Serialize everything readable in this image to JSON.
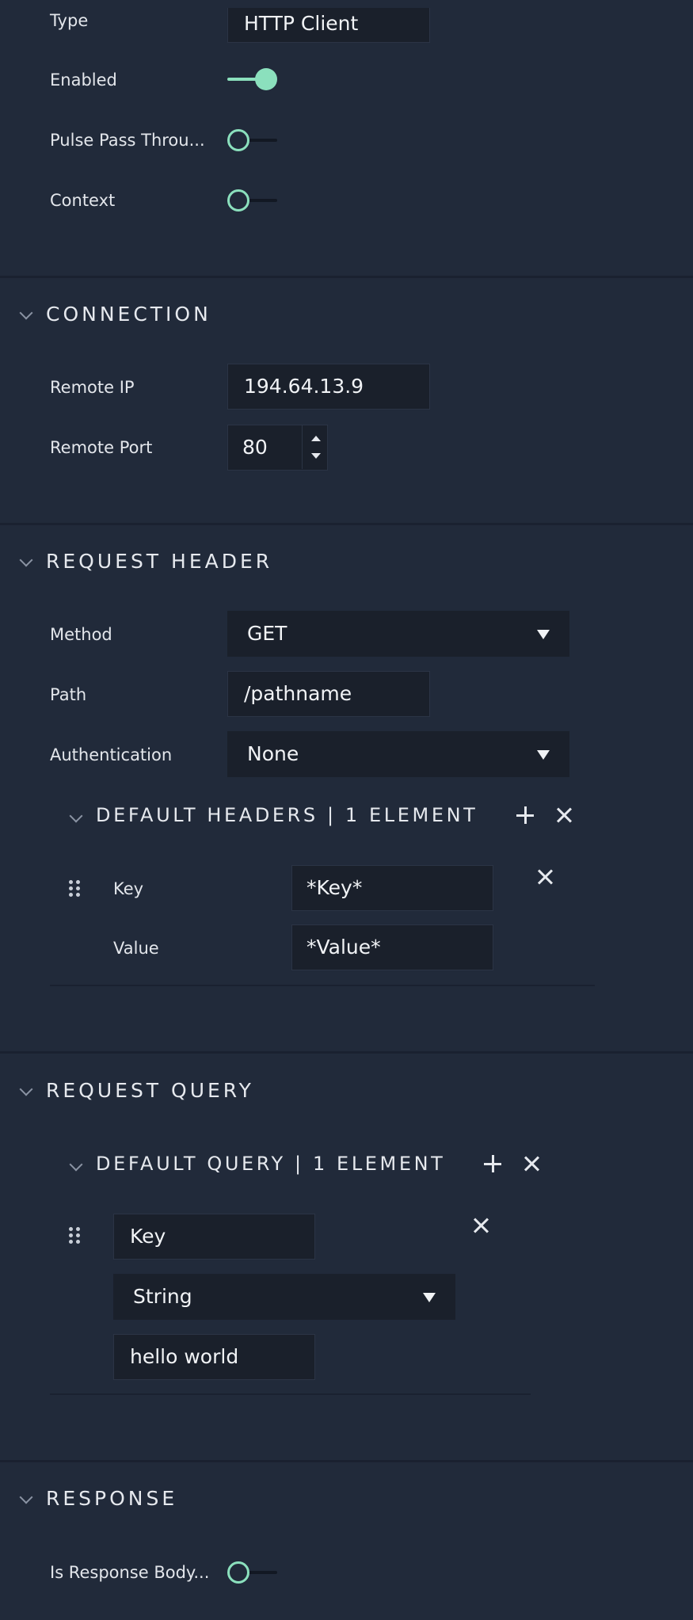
{
  "general": {
    "type_label": "Type",
    "type_value": "HTTP Client",
    "enabled_label": "Enabled",
    "enabled_on": true,
    "pulse_label": "Pulse Pass Throu...",
    "pulse_on": false,
    "context_label": "Context",
    "context_on": false
  },
  "connection": {
    "title": "CONNECTION",
    "remote_ip_label": "Remote IP",
    "remote_ip_value": "194.64.13.9",
    "remote_port_label": "Remote Port",
    "remote_port_value": "80"
  },
  "request_header": {
    "title": "REQUEST HEADER",
    "method_label": "Method",
    "method_value": "GET",
    "path_label": "Path",
    "path_value": "/pathname",
    "auth_label": "Authentication",
    "auth_value": "None",
    "default_headers": {
      "title": "DEFAULT HEADERS | 1 ELEMENT",
      "key_label": "Key",
      "key_value": "*Key*",
      "value_label": "Value",
      "value_value": "*Value*"
    }
  },
  "request_query": {
    "title": "REQUEST QUERY",
    "default_query": {
      "title": "DEFAULT QUERY | 1 ELEMENT",
      "key_value": "Key",
      "type_value": "String",
      "value_value": "hello world"
    }
  },
  "response": {
    "title": "RESPONSE",
    "is_response_body_label": "Is Response Body...",
    "is_response_body_on": false
  },
  "colors": {
    "accent": "#8be0bd",
    "background": "#212a3a",
    "field": "#1a202b"
  }
}
